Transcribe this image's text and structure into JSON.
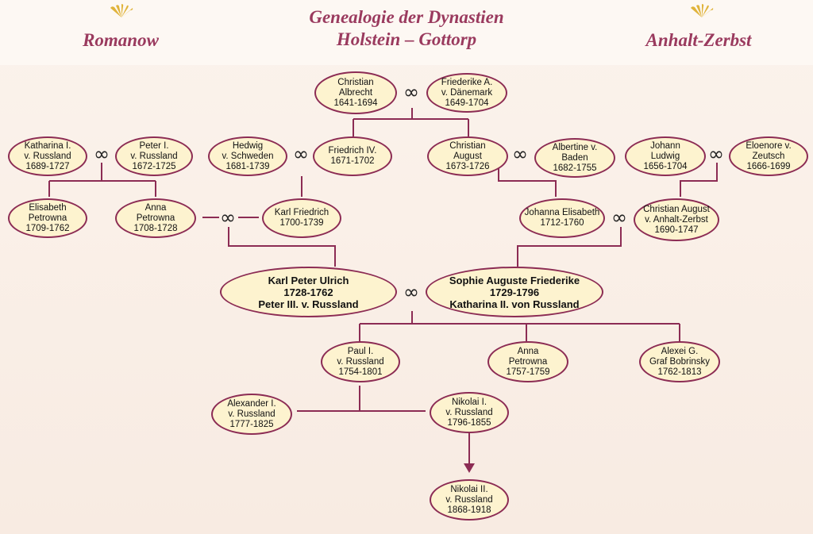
{
  "header": {
    "title_line1": "Genealogie der Dynastien",
    "title_line2": "Holstein – Gottorp",
    "left": "Romanow",
    "right": "Anhalt-Zerbst"
  },
  "marriage_symbol": "∞",
  "colors": {
    "accent": "#8c2c54",
    "node_fill": "#fdf3cf",
    "ornament": "#e0b33a"
  },
  "persons": {
    "christian_albrecht": [
      "Christian",
      "Albrecht",
      "1641-1694"
    ],
    "friederike_a": [
      "Friederike A.",
      "v. Dänemark",
      "1649-1704"
    ],
    "katharina_i": [
      "Katharina I.",
      "v. Russland",
      "1689-1727"
    ],
    "peter_i": [
      "Peter I.",
      "v. Russland",
      "1672-1725"
    ],
    "hedwig": [
      "Hedwig",
      "v. Schweden",
      "1681-1739"
    ],
    "friedrich_iv": [
      "Friedrich IV.",
      "1671-1702"
    ],
    "christian_august_1": [
      "Christian",
      "August",
      "1673-1726"
    ],
    "albertine": [
      "Albertine v.",
      "Baden",
      "1682-1755"
    ],
    "johann_ludwig": [
      "Johann",
      "Ludwig",
      "1656-1704"
    ],
    "eloenore": [
      "Eloenore v.",
      "Zeutsch",
      "1666-1699"
    ],
    "elisabeth": [
      "Elisabeth",
      "Petrowna",
      "1709-1762"
    ],
    "anna_1": [
      "Anna",
      "Petrowna",
      "1708-1728"
    ],
    "karl_friedrich": [
      "Karl Friedrich",
      "1700-1739"
    ],
    "johanna_elisabeth": [
      "Johanna Elisabeth",
      "1712-1760"
    ],
    "christian_august_2": [
      "Christian August",
      "v. Anhalt-Zerbst",
      "1690-1747"
    ],
    "karl_peter": [
      "Karl Peter Ulrich",
      "1728-1762",
      "Peter III. v. Russland"
    ],
    "sophie": [
      "Sophie Auguste Friederike",
      "1729-1796",
      "Katharina II. von Russland"
    ],
    "paul_i": [
      "Paul I.",
      "v. Russland",
      "1754-1801"
    ],
    "anna_2": [
      "Anna",
      "Petrowna",
      "1757-1759"
    ],
    "alexei": [
      "Alexei G.",
      "Graf Bobrinsky",
      "1762-1813"
    ],
    "alexander_i": [
      "Alexander I.",
      "v. Russland",
      "1777-1825"
    ],
    "nikolai_i": [
      "Nikolai I.",
      "v. Russland",
      "1796-1855"
    ],
    "nikolai_ii": [
      "Nikolai II.",
      "v. Russland",
      "1868-1918"
    ]
  }
}
